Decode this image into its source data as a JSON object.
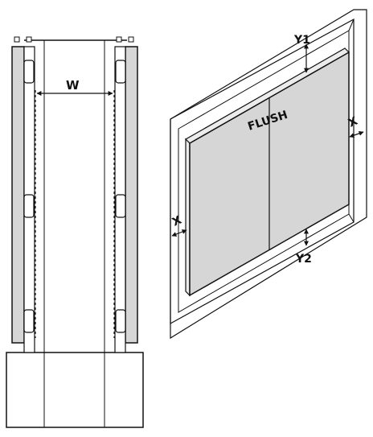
{
  "labels": {
    "width": "W",
    "y1": "Y1",
    "y2": "Y2",
    "x_left": "X",
    "x_right": "X",
    "flush": "FLUSH"
  },
  "colors": {
    "stroke": "#111111",
    "panel_fill": "#d6d6d6",
    "panel_edge": "#ececec",
    "wall": "#ffffff"
  }
}
